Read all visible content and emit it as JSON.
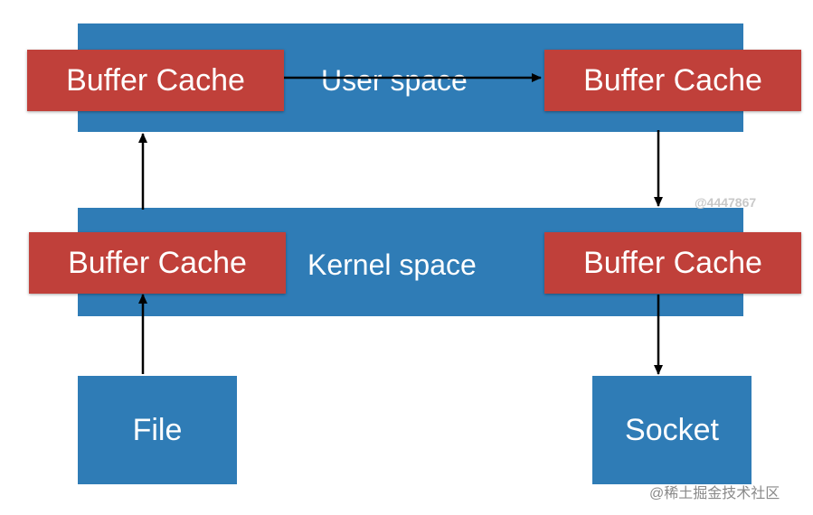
{
  "user_space": {
    "label": "User space"
  },
  "kernel_space": {
    "label": "Kernel space"
  },
  "buffers": {
    "user_left": "Buffer Cache",
    "user_right": "Buffer Cache",
    "kernel_left": "Buffer Cache",
    "kernel_right": "Buffer Cache"
  },
  "file": {
    "label": "File"
  },
  "socket": {
    "label": "Socket"
  },
  "watermark": "@4447867",
  "footer": "@稀土掘金技术社区",
  "colors": {
    "space_blue": "#2f7cb6",
    "buffer_red": "#c0403a",
    "arrow": "#000000"
  }
}
